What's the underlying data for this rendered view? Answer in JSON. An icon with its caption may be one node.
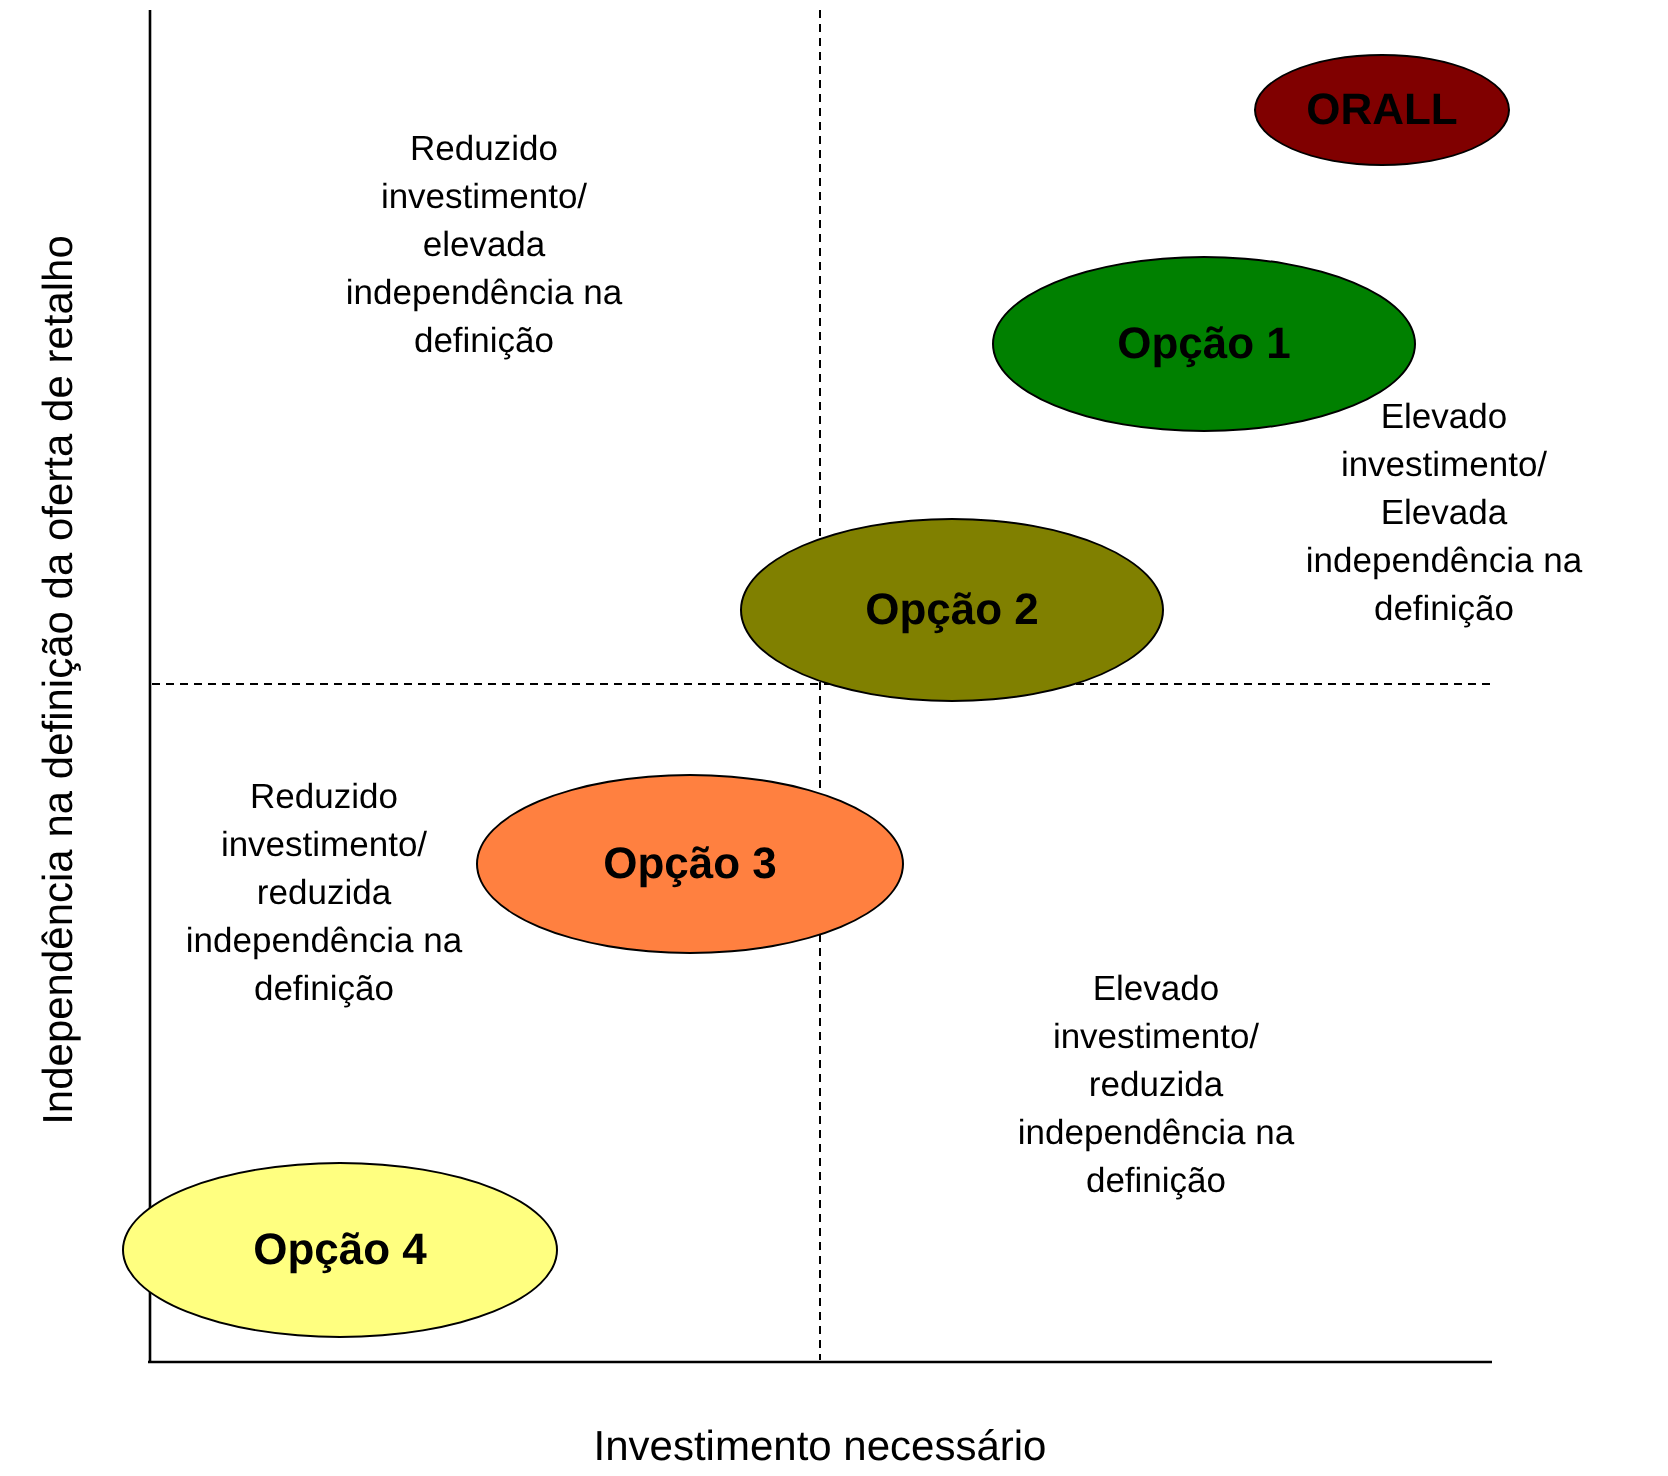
{
  "diagram": {
    "nodes": [
      {
        "text": [
          "ORALL"
        ]
      },
      {
        "text": [
          "Opção 1"
        ]
      },
      {
        "text": [
          "Opção 2"
        ]
      },
      {
        "text": [
          "Opção 3"
        ]
      },
      {
        "text": [
          "Opção 4"
        ]
      }
    ],
    "labels": [
      "Reduzido investimento/ elevada independência na definição",
      "Elevado investimento/ Elevada independência na definição",
      "Reduzido investimento/ reduzida independência na definição",
      "Elevado investimento/ reduzida independência na definição",
      "Independência na definição da oferta de retalho",
      "Investimento necessário"
    ]
  }
}
